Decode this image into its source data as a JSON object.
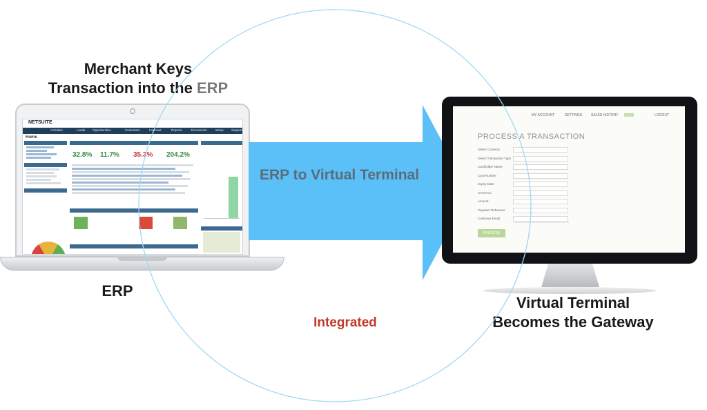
{
  "headings": {
    "merchant_keys_line1": "Merchant Keys",
    "merchant_keys_line2_main": "Transaction into the ",
    "merchant_keys_line2_highlight": "ERP",
    "erp_label": "ERP",
    "vt_line1": "Virtual Terminal",
    "vt_line2": "Becomes the Gateway"
  },
  "arrow": {
    "label": "ERP to Virtual Terminal",
    "color": "#5bc0f8"
  },
  "integrated": {
    "label": "Integrated",
    "color": "#c0392b"
  },
  "circle": {
    "color": "#9fd8f4"
  },
  "erp_screen": {
    "brand": "NETSUITE",
    "nav_items": [
      "Activities",
      "Leads",
      "Opportunities",
      "Customers",
      "Forecast",
      "Reports",
      "Documents",
      "Setup",
      "Support"
    ],
    "page_title": "Home",
    "kpis": [
      "32.8%",
      "11.7%",
      "35.3%",
      "204.2%"
    ]
  },
  "vt_screen": {
    "nav_items": [
      "MY ACCOUNT",
      "SETTINGS",
      "SALES HISTORY",
      "LOGOUT"
    ],
    "title": "PROCESS A TRANSACTION",
    "fields": [
      "Select Currency",
      "Select Transaction Type",
      "Cardholder Name",
      "Card Number",
      "Expiry Date",
      "CVV/CVC",
      "Amount",
      "Payment Reference",
      "Customer Email"
    ],
    "button": "PROCESS"
  }
}
